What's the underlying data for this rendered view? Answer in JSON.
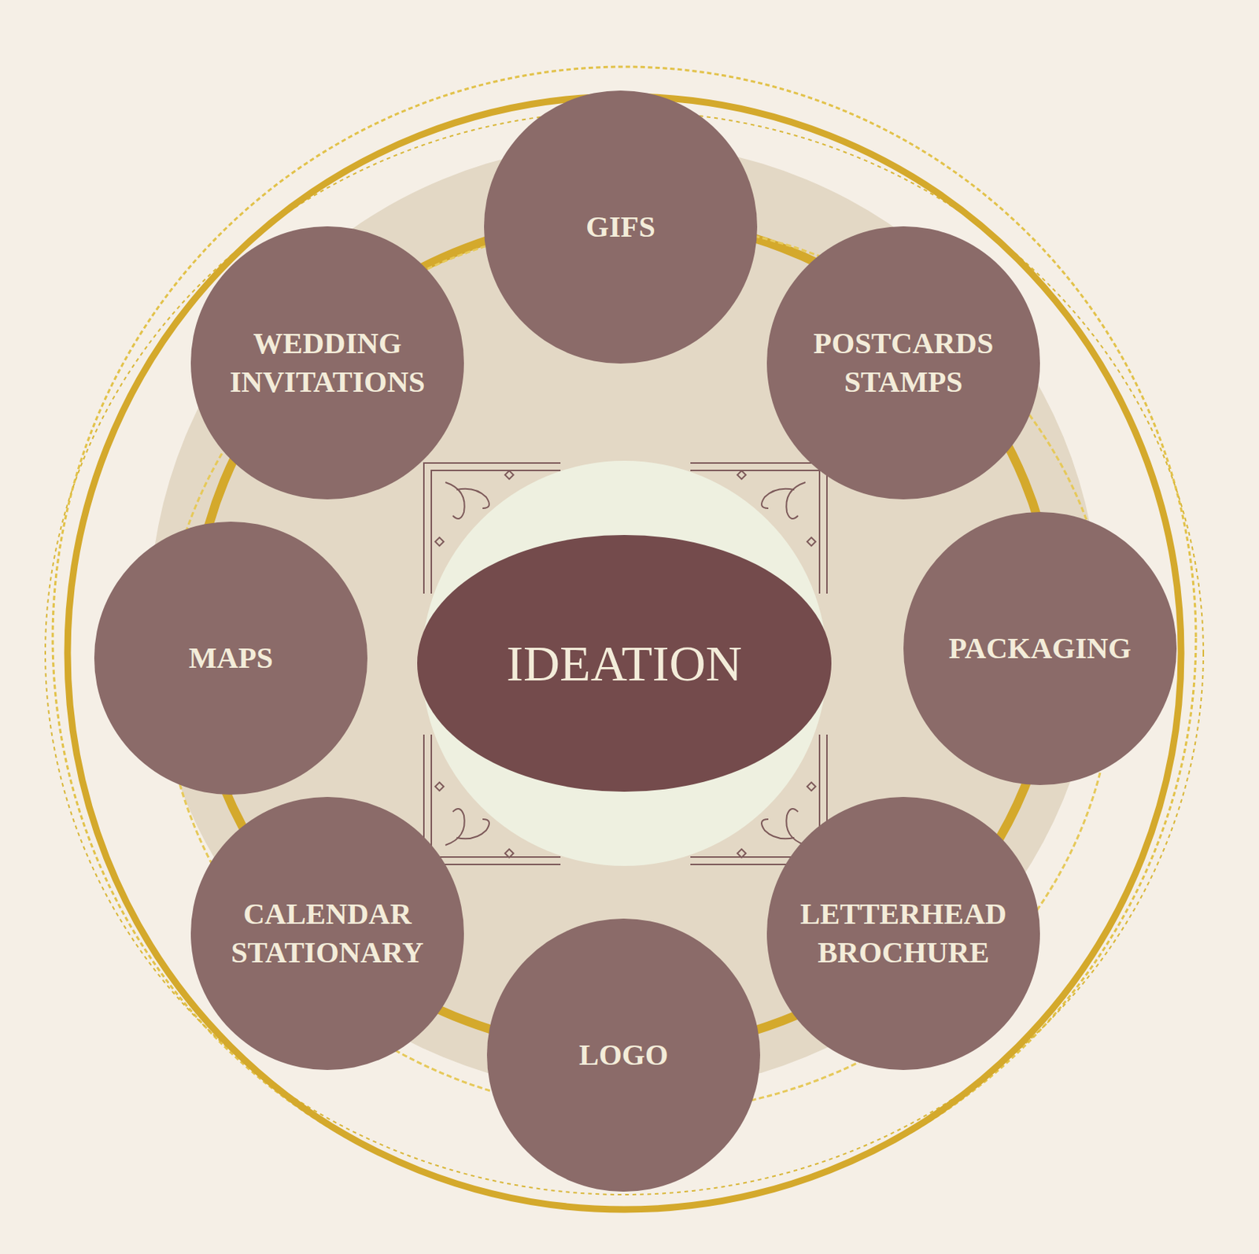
{
  "diagram": {
    "nodes": [
      {
        "text": [
          "GIFS"
        ]
      },
      {
        "text": [
          "WEDDING INVITATIONS"
        ]
      },
      {
        "text": [
          "POSTCARDS STAMPS"
        ]
      },
      {
        "text": [
          "MAPS"
        ]
      },
      {
        "text": [
          "IDEATION"
        ]
      },
      {
        "text": [
          "PACKAGING"
        ]
      },
      {
        "text": [
          "CALENDAR STATIONARY"
        ]
      },
      {
        "text": [
          "LETTERHEAD BROCHURE"
        ]
      },
      {
        "text": [
          "LOGO"
        ]
      }
    ]
  }
}
